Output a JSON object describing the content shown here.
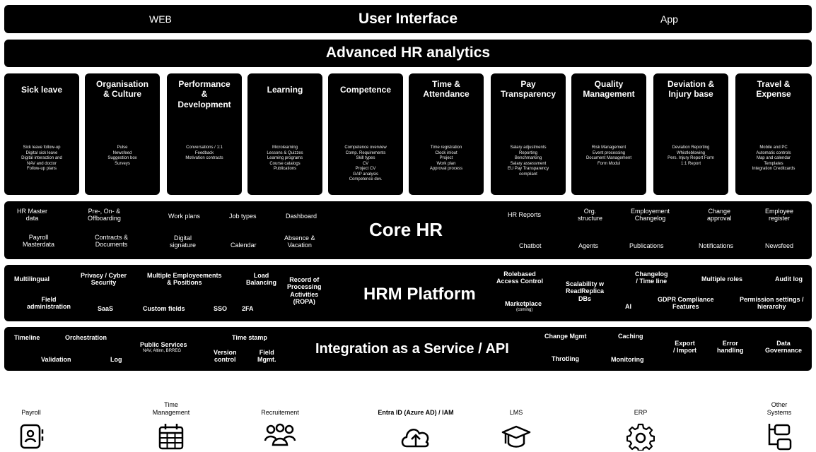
{
  "user_interface": {
    "left": "WEB",
    "title": "User Interface",
    "right": "App"
  },
  "analytics": {
    "title": "Advanced HR analytics"
  },
  "modules": [
    {
      "title": "Sick leave",
      "desc": "Sick leave follow-up\nDigital sick leave\nDigital interaction and\nNAV and doctor\nFollow-up plans"
    },
    {
      "title": "Organisation\n& Culture",
      "desc": "Pulse\nNewsfeed\nSuggestion box\nSurveys"
    },
    {
      "title": "Performance\n&\nDevelopment",
      "desc": "Conversations / 1:1\nFeedback\nMotivation contracts"
    },
    {
      "title": "Learning",
      "desc": "Microlearning\nLessons & Quizzes\nLearning programs\nCourse catalogs\nPublications"
    },
    {
      "title": "Competence",
      "desc": "Competence overview\nComp. Requirements\nSkill types\nCV\nProject CV\nGAP analysis\nCompetence dev."
    },
    {
      "title": "Time &\nAttendance",
      "desc": "Time registration\nClock in/out\nProject\nWork plan\nApproval process"
    },
    {
      "title": "Pay\nTransparency",
      "desc": "Salary adjustments\nReporting\nBenchmarking\nSalary assessment\nEU Pay Transparency\ncompliant"
    },
    {
      "title": "Quality\nManagement",
      "desc": "Risk Management\nEvent processing\nDocument Management\nForm Modul"
    },
    {
      "title": "Deviation &\nInjury base",
      "desc": "Deviation Reporting\nWhistleblowing\nPers. Injury Report Form\n1:1 Report"
    },
    {
      "title": "Travel &\nExpense",
      "desc": "Mobile and PC\nAutomatic controls\nMap and calendar\nTemplates\nIntegration Creditcards"
    }
  ],
  "core_hr": {
    "title": "Core HR",
    "items": [
      "HR Master\ndata",
      "Pre-, On- &\nOffboarding",
      "Work plans",
      "Job types",
      "Dashboard",
      "Payroll\nMasterdata",
      "Contracts &\nDocuments",
      "Digital\nsignature",
      "Calendar",
      "Absence &\nVacation",
      "HR Reports",
      "Org.\nstructure",
      "Employement\nChangelog",
      "Change\napproval",
      "Employee\nregister",
      "Chatbot",
      "Agents",
      "Publications",
      "Notifications",
      "Newsfeed"
    ]
  },
  "platform": {
    "title": "HRM Platform",
    "items": [
      "Multilingual",
      "Privacy / Cyber\nSecurity",
      "Multiple Employeements\n& Positions",
      "Load\nBalancing",
      "Record of\nProcessing\nActivities\n(ROPA)",
      "Field\nadministration",
      "SaaS",
      "Custom fields",
      "SSO",
      "2FA",
      "Rolebased\nAccess Control",
      "Scalability w\nReadReplica\nDBs",
      "Changelog\n/ Time line",
      "Multiple roles",
      "Audit log",
      "Marketplace",
      "(coming)",
      "AI",
      "GDPR Compliance\nFeatures",
      "Permission settings /\nhierarchy"
    ]
  },
  "integration": {
    "title": "Integration as a Service / API",
    "items": [
      "Timeline",
      "Orchestration",
      "Public Services",
      "NAV, Altinn, BRREG",
      "Time stamp",
      "Validation",
      "Log",
      "Version\ncontrol",
      "Field\nMgmt.",
      "Change Mgmt",
      "Caching",
      "Export\n/ Import",
      "Error\nhandling",
      "Data\nGovernance",
      "Throtling",
      "Monitoring"
    ]
  },
  "systems": [
    {
      "label": "Payroll",
      "icon": "payroll-icon"
    },
    {
      "label": "Time\nManagement",
      "icon": "calendar-icon"
    },
    {
      "label": "Recruitement",
      "icon": "people-icon"
    },
    {
      "label": "Entra ID (Azure AD) / IAM",
      "icon": "cloud-upload-icon"
    },
    {
      "label": "LMS",
      "icon": "graduation-cap-icon"
    },
    {
      "label": "ERP",
      "icon": "gear-icon"
    },
    {
      "label": "Other\nSystems",
      "icon": "hierarchy-icon"
    }
  ]
}
